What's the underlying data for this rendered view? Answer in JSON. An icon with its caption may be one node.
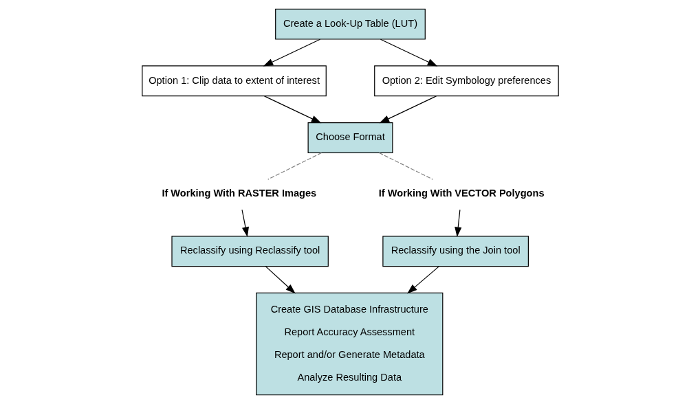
{
  "diagram": {
    "nodes": [
      {
        "text": [
          "Create a Look-Up Table (LUT)"
        ]
      },
      {
        "text": [
          "Option 1: Clip data to extent of interest"
        ]
      },
      {
        "text": [
          "Option 2: Edit Symbology preferences"
        ]
      },
      {
        "text": [
          "Choose Format"
        ]
      },
      {
        "text": [
          "If Working With RASTER Images"
        ]
      },
      {
        "text": [
          "If Working With VECTOR Polygons"
        ]
      },
      {
        "text": [
          "Reclassify using Reclassify tool"
        ]
      },
      {
        "text": [
          "Reclassify using the Join tool"
        ]
      },
      {
        "text": [
          "Create GIS Database Infrastructure",
          "Report Accuracy Assessment",
          "Report and/or Generate Metadata",
          "Analyze Resulting Data"
        ]
      }
    ],
    "edges": [
      {
        "from": 0,
        "to": 1,
        "arrow": "to"
      },
      {
        "from": 0,
        "to": 2,
        "arrow": "to"
      },
      {
        "from": 1,
        "to": 3,
        "arrow": "to"
      },
      {
        "from": 2,
        "to": 3,
        "arrow": "to"
      },
      {
        "from": 3,
        "to": 4,
        "arrow": "none",
        "style": "dashed",
        "color": "#808080"
      },
      {
        "from": 3,
        "to": 5,
        "arrow": "none",
        "style": "dashed",
        "color": "#808080"
      },
      {
        "from": 4,
        "to": 6,
        "arrow": "to"
      },
      {
        "from": 5,
        "to": 7,
        "arrow": "to"
      },
      {
        "from": 6,
        "to": 8,
        "arrow": "to"
      },
      {
        "from": 7,
        "to": 8,
        "arrow": "to"
      }
    ]
  }
}
